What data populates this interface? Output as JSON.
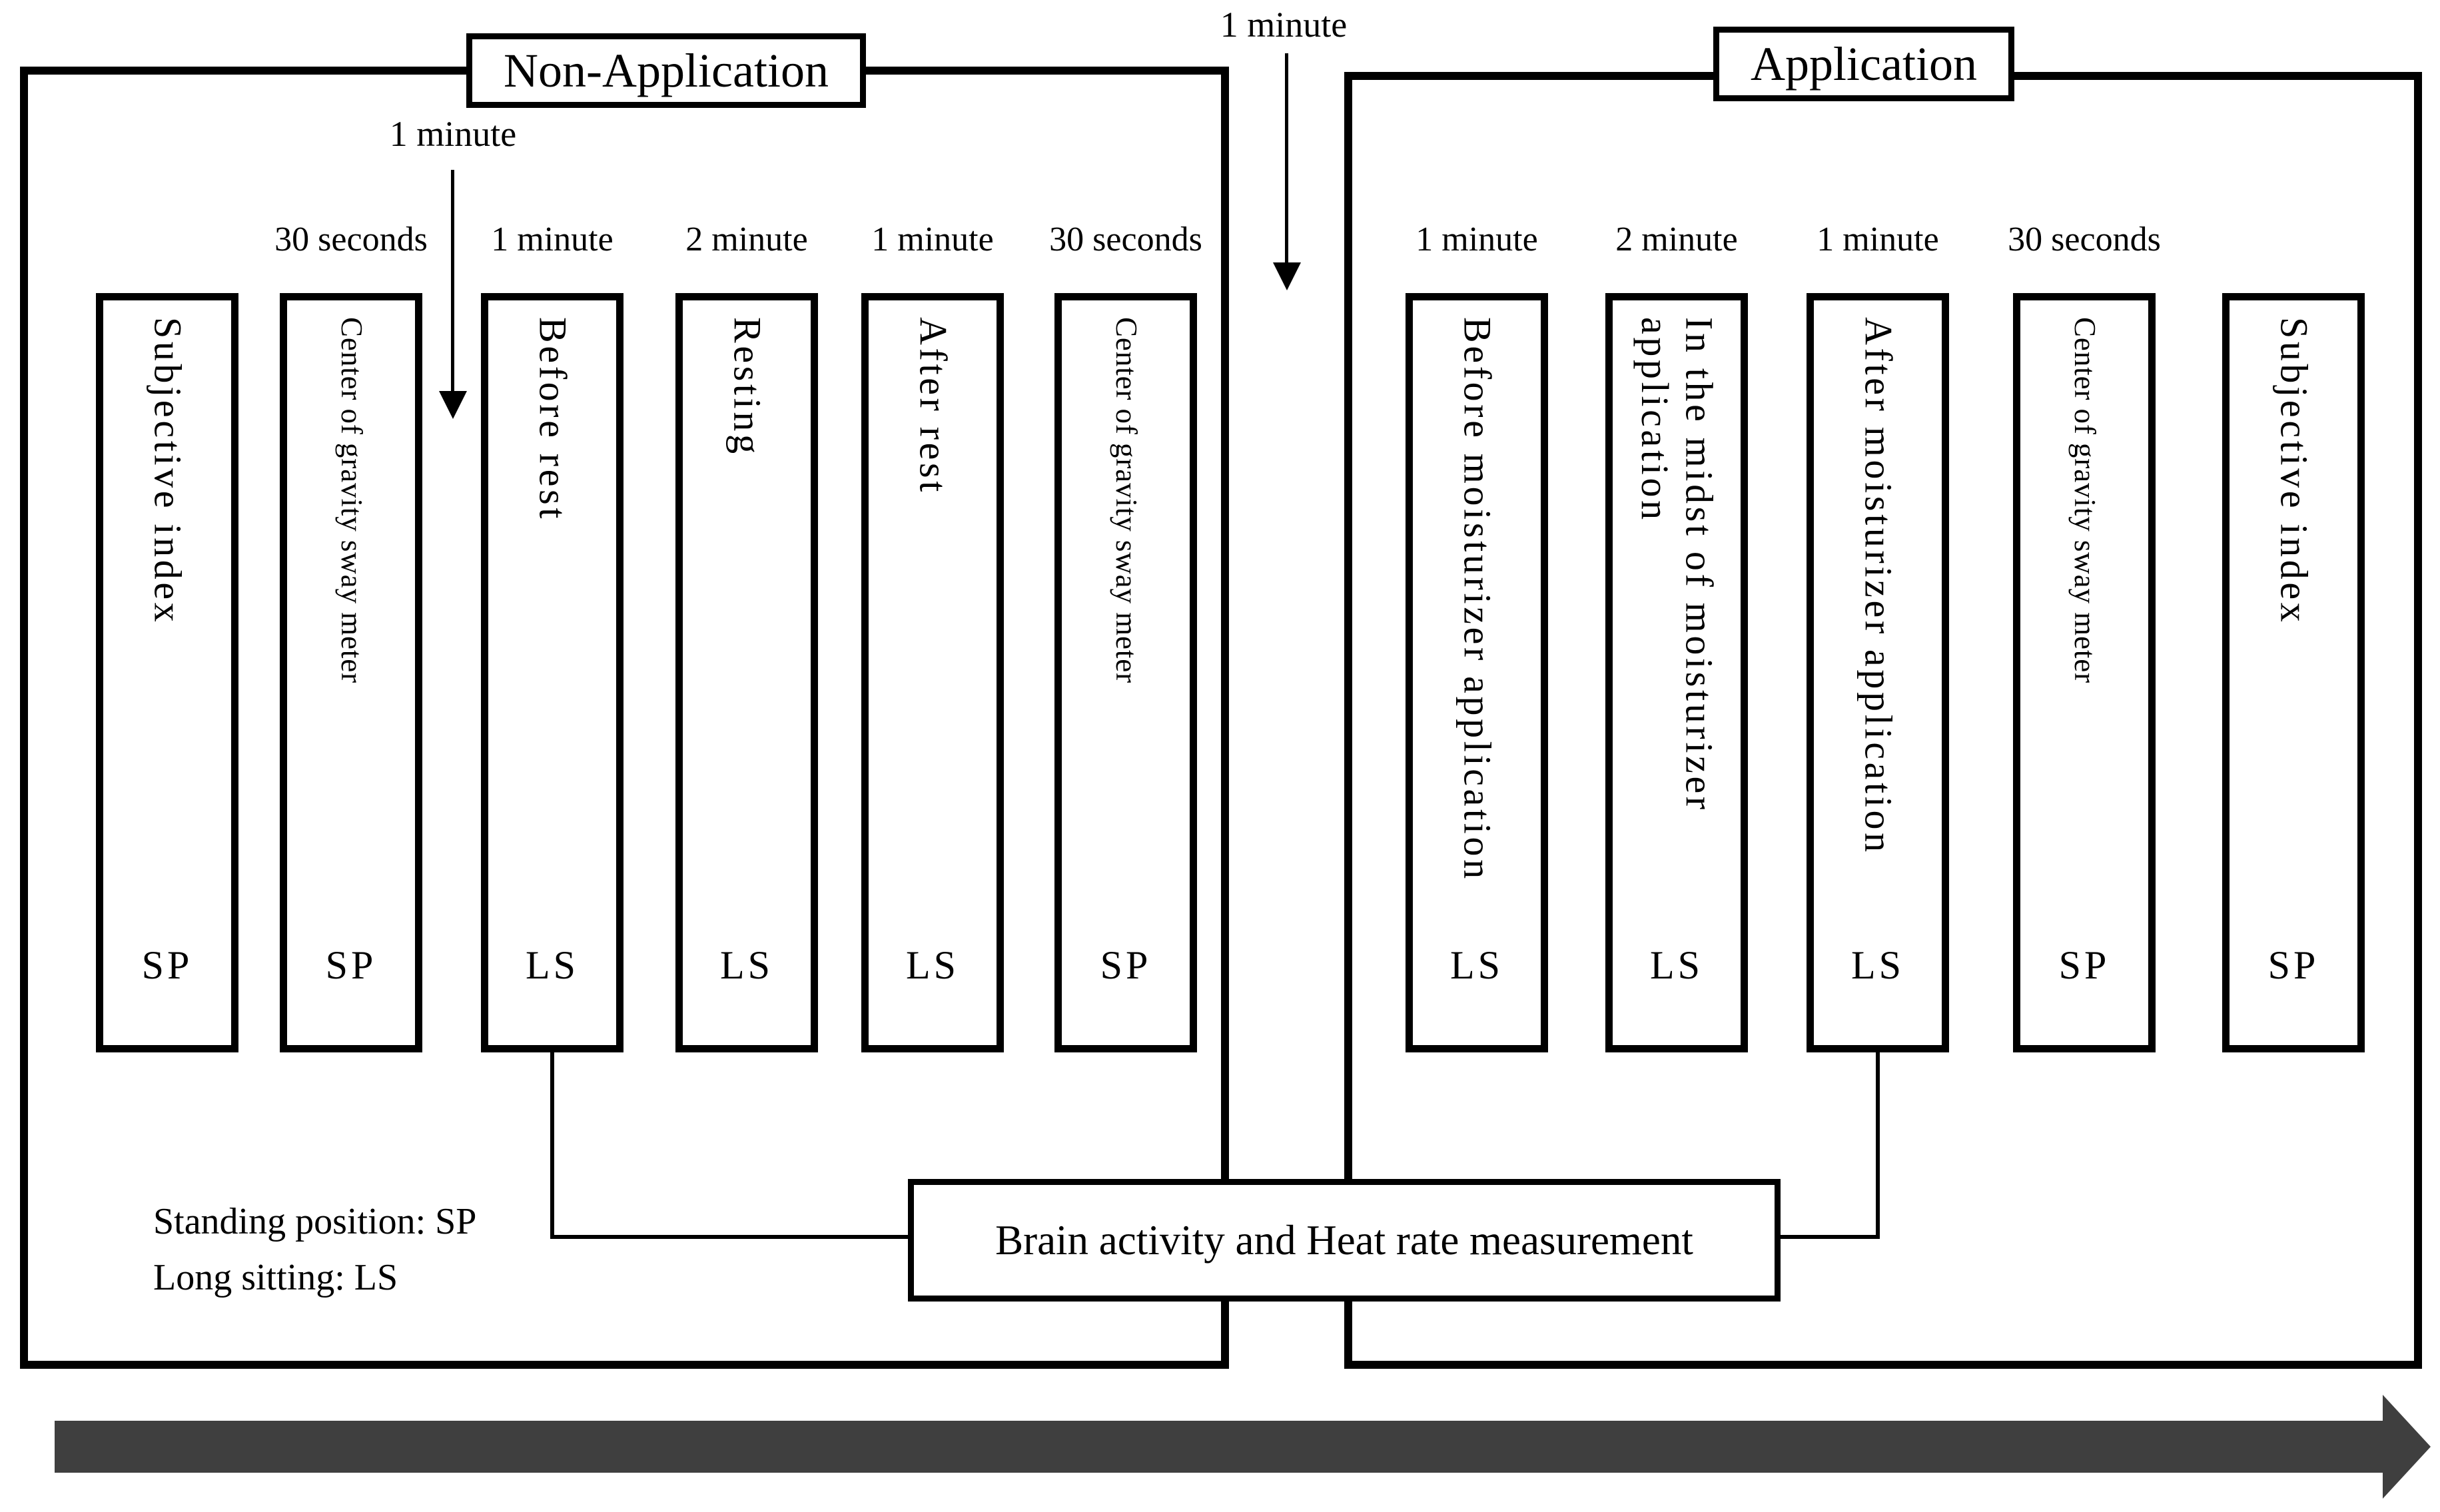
{
  "diagram": {
    "phase_titles": {
      "left": "Non-Application",
      "right": "Application"
    },
    "transition_arrows": {
      "left_label": "1 minute",
      "middle_label": "1 minute"
    },
    "columns": {
      "left": [
        {
          "duration": "",
          "label": "Subjective index",
          "posture": "SP"
        },
        {
          "duration": "30 seconds",
          "label": "Center of gravity sway meter",
          "posture": "SP"
        },
        {
          "duration": "1 minute",
          "label": "Before rest",
          "posture": "LS"
        },
        {
          "duration": "2 minute",
          "label": "Resting",
          "posture": "LS"
        },
        {
          "duration": "1 minute",
          "label": "After rest",
          "posture": "LS"
        },
        {
          "duration": "30 seconds",
          "label": "Center of gravity sway meter",
          "posture": "SP"
        }
      ],
      "right": [
        {
          "duration": "1 minute",
          "label": "Before moisturizer application",
          "posture": "LS"
        },
        {
          "duration": "2 minute",
          "label": "In the midst of moisturizer\napplication",
          "posture": "LS"
        },
        {
          "duration": "1 minute",
          "label": "After moisturizer application",
          "posture": "LS"
        },
        {
          "duration": "30 seconds",
          "label": "Center of gravity sway meter",
          "posture": "SP"
        },
        {
          "duration": "",
          "label": "Subjective index",
          "posture": "SP"
        }
      ]
    },
    "measurement_box": "Brain activity and Heat rate measurement",
    "legend": "Standing position: SP\nLong sitting: LS",
    "colors": {
      "line": "#000000",
      "timeline_arrow": "#3f3f3f"
    }
  }
}
